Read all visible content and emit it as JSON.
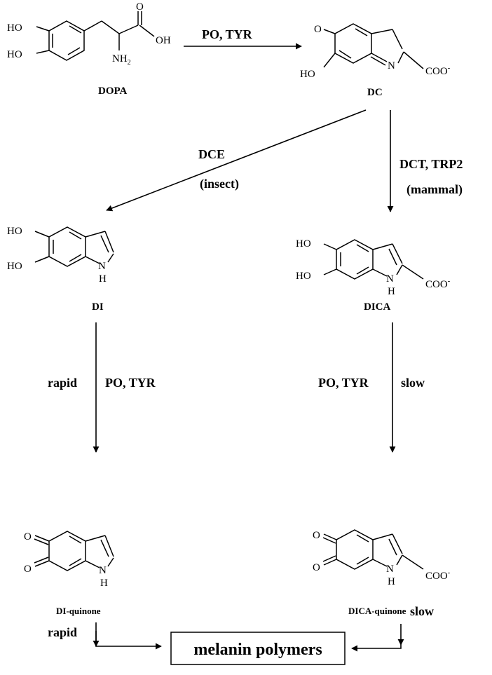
{
  "compounds": {
    "dopa": {
      "name": "DOPA",
      "ho1": "HO",
      "ho2": "HO",
      "oh": "OH",
      "o": "O",
      "nh2": "NH",
      "nh2_sub": "2"
    },
    "dc": {
      "name": "DC",
      "o": "O",
      "ho": "HO",
      "n": "N",
      "coo": "COO",
      "charge": "-"
    },
    "di": {
      "name": "DI",
      "ho1": "HO",
      "ho2": "HO",
      "n": "N",
      "h": "H"
    },
    "dica": {
      "name": "DICA",
      "ho1": "HO",
      "ho2": "HO",
      "n": "N",
      "h": "H",
      "coo": "COO",
      "charge": "-"
    },
    "di_quinone": {
      "name": "DI-quinone",
      "o1": "O",
      "o2": "O",
      "n": "N",
      "h": "H"
    },
    "dica_quinone": {
      "name": "DICA-quinone",
      "o1": "O",
      "o2": "O",
      "n": "N",
      "h": "H",
      "coo": "COO",
      "charge": "-"
    }
  },
  "arrows": {
    "dopa_dc": {
      "label": "PO, TYR"
    },
    "dc_di": {
      "label": "DCE",
      "sublabel": "(insect)"
    },
    "dc_dica": {
      "label": "DCT, TRP2",
      "sublabel": "(mammal)"
    },
    "di_diq": {
      "left": "rapid",
      "right": "PO, TYR"
    },
    "dica_dicaq": {
      "left": "PO, TYR",
      "right": "slow"
    },
    "diq_mel": {
      "label": "rapid"
    },
    "dicaq_mel": {
      "label": "slow"
    }
  },
  "final_product": "melanin polymers"
}
